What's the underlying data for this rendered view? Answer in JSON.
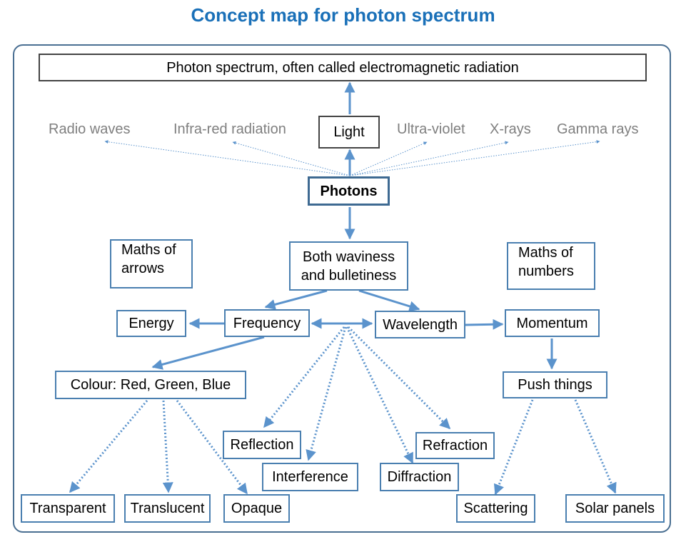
{
  "title": "Concept map for photon spectrum",
  "colors": {
    "title": "#1a70b8",
    "arrows": "#5b93cc",
    "frame": "#4a6f92",
    "grey_text": "#7f7f7f"
  },
  "nodes": {
    "top": "Photon spectrum, often called electromagnetic radiation",
    "light": "Light",
    "photons": "Photons",
    "radio": "Radio waves",
    "infrared": "Infra-red radiation",
    "ultraviolet": "Ultra-violet",
    "xrays": "X-rays",
    "gamma": "Gamma rays",
    "maths_arrows_1": "Maths of",
    "maths_arrows_2": "arrows",
    "waviness_1": "Both waviness",
    "waviness_2": "and bulletiness",
    "maths_numbers_1": "Maths of",
    "maths_numbers_2": "numbers",
    "energy": "Energy",
    "frequency": "Frequency",
    "wavelength": "Wavelength",
    "momentum": "Momentum",
    "colour": "Colour: Red, Green, Blue",
    "push": "Push things",
    "reflection": "Reflection",
    "refraction": "Refraction",
    "interference": "Interference",
    "diffraction": "Diffraction",
    "transparent": "Transparent",
    "translucent": "Translucent",
    "opaque": "Opaque",
    "scattering": "Scattering",
    "solar": "Solar panels"
  }
}
